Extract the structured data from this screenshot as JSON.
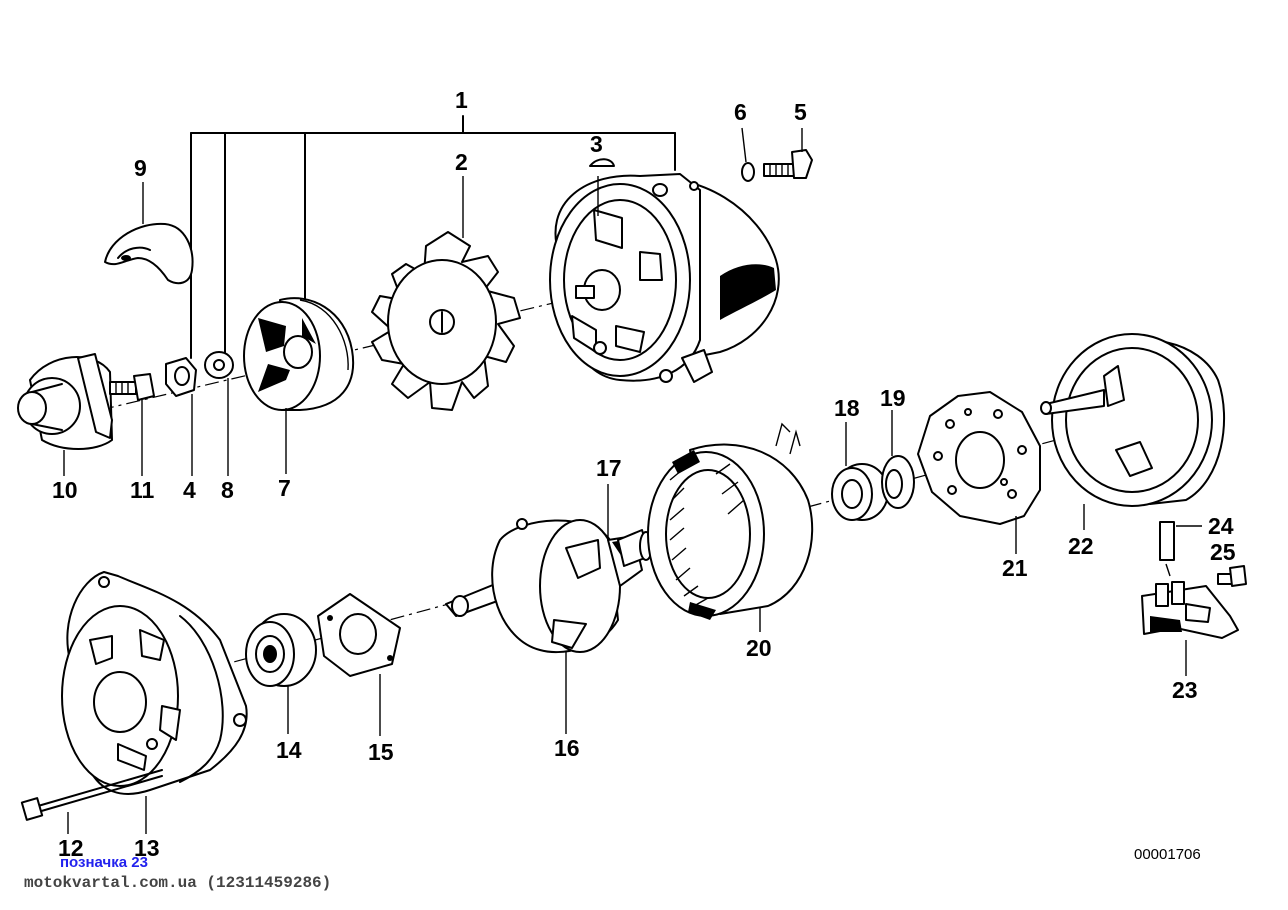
{
  "labels": {
    "p1": "1",
    "p2": "2",
    "p3": "3",
    "p4": "4",
    "p5": "5",
    "p6": "6",
    "p7": "7",
    "p8": "8",
    "p9": "9",
    "p10": "10",
    "p11": "11",
    "p12": "12",
    "p13": "13",
    "p14": "14",
    "p15": "15",
    "p16": "16",
    "p17": "17",
    "p18": "18",
    "p19": "19",
    "p20": "20",
    "p21": "21",
    "p22": "22",
    "p23": "23",
    "p24": "24",
    "p25": "25"
  },
  "diagram_code": "00001706",
  "link_text": "позначка 23",
  "site_text": "motokvartal.com.ua (12311459286)"
}
